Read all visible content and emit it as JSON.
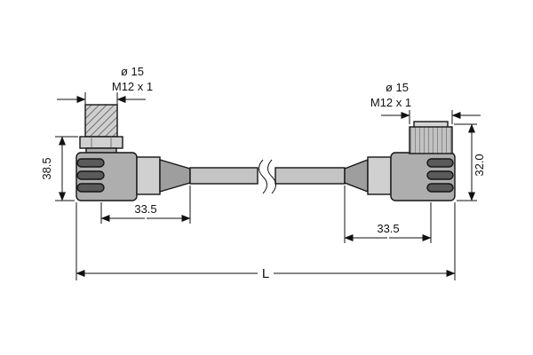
{
  "drawing": {
    "left_connector": {
      "dim_diameter": "ø 15",
      "dim_thread": "M12 x 1",
      "dim_height": "38.5",
      "dim_length": "33.5"
    },
    "right_connector": {
      "dim_diameter": "ø 15",
      "dim_thread": "M12 x 1",
      "dim_height": "32.0",
      "dim_length": "33.5"
    },
    "overall_length": "L",
    "colors": {
      "background": "#ffffff",
      "line": "#141414",
      "body": "#aeaeae",
      "collar": "#d0d0d0",
      "rib": "#5a5a5a",
      "taper": "#9e9e9e",
      "cable": "#c4c4c4",
      "rim": "#d6d6d6"
    }
  }
}
